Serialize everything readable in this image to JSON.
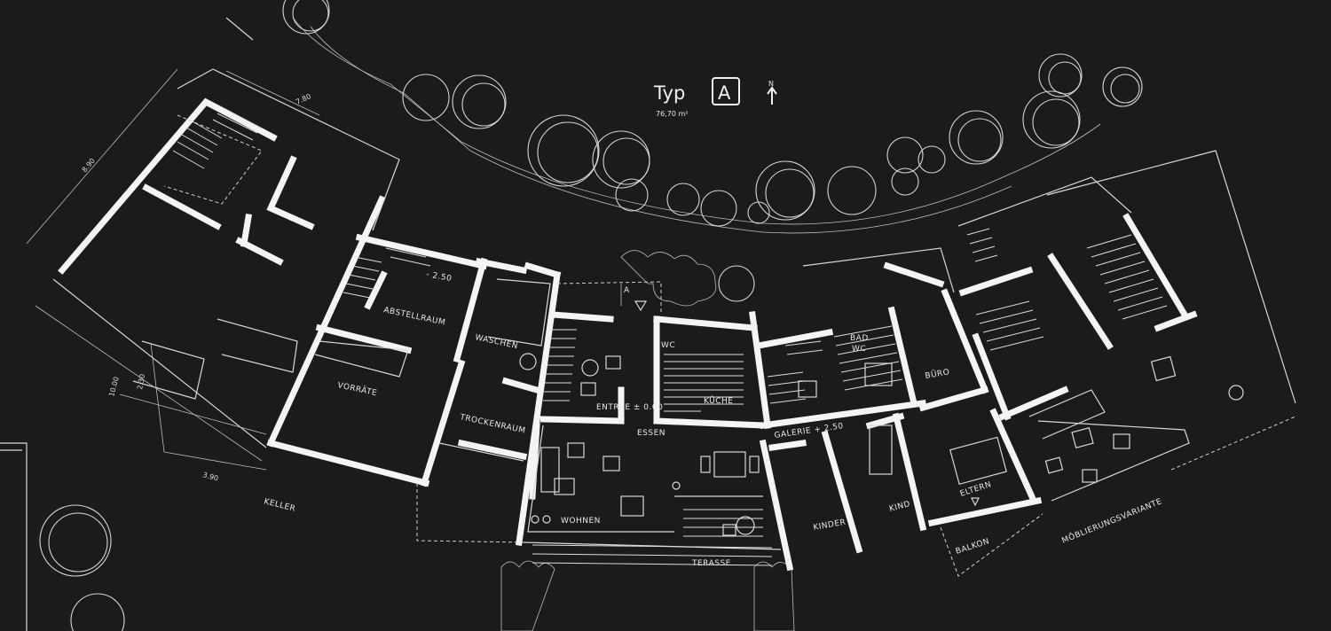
{
  "title": {
    "typ": "Typ",
    "type_letter": "A",
    "area": "76,70 m²",
    "north": "N"
  },
  "rooms": {
    "abstellraum": "ABSTELLRAUM",
    "waschen": "WASCHEN",
    "vorraete": "VORRÄTE",
    "trockenraum": "TROCKENRAUM",
    "keller": "KELLER",
    "entree": "ENTREE ± 0.00",
    "wc": "WC",
    "kueche": "KÜCHE",
    "essen": "ESSEN",
    "wohnen": "WOHNEN",
    "terasse": "TERASSE",
    "bad": "BAD",
    "bad_wc": "WC",
    "buero": "BÜRO",
    "galerie": "GALERIE + 2.50",
    "kinder": "KINDER",
    "kind": "KIND",
    "eltern": "ELTERN",
    "balkon": "BALKON",
    "moeblierung": "MÖBLIERUNGSVARIANTE"
  },
  "levels": {
    "stair_minus": "- 2.50",
    "marker_a": "A"
  },
  "dimensions": {
    "d890": "8.90",
    "d780": "7.80",
    "d230": "2.30",
    "d1000": "10.00",
    "d390": "3.90"
  },
  "colors": {
    "background": "#1b1b1b",
    "ink": "#f4f4f4"
  }
}
